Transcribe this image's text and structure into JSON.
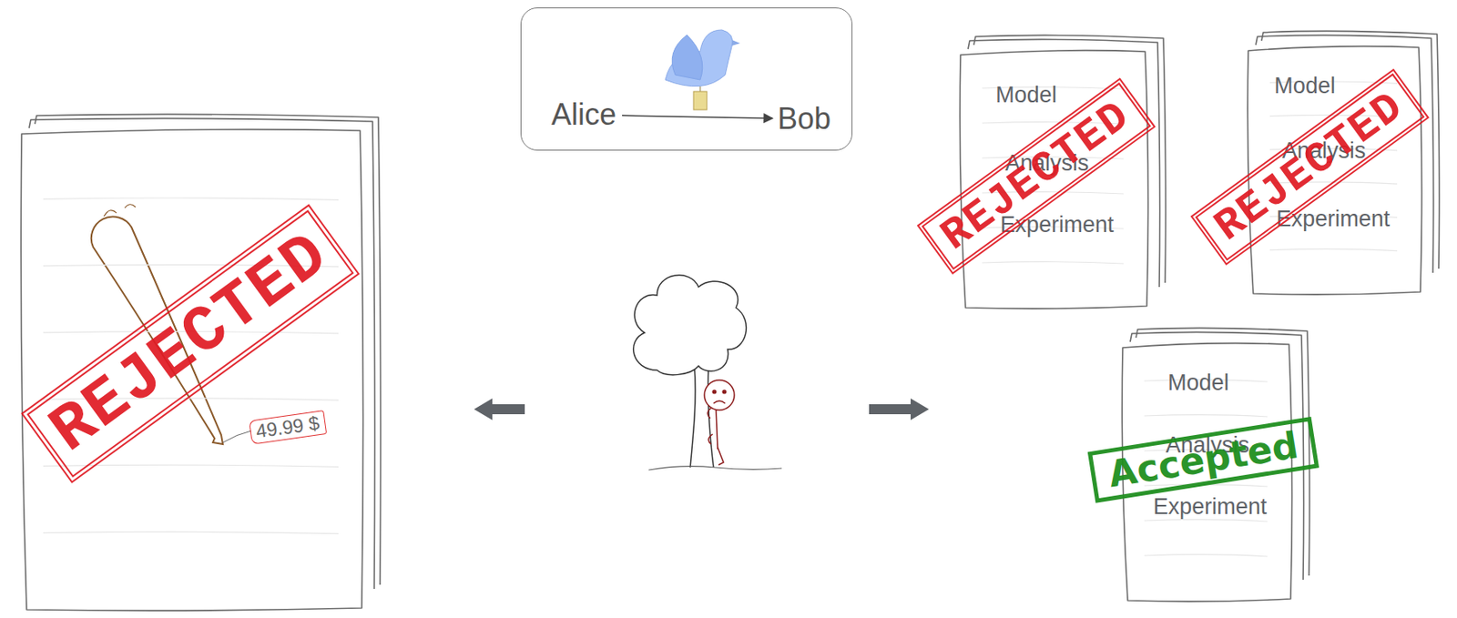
{
  "diagram": {
    "nodes": [
      {
        "text": [
          "49.99 $",
          "REJECTED"
        ]
      },
      {
        "text": []
      },
      {
        "text": [
          "Alice"
        ],
        "in": 1
      },
      {
        "text": [
          "Bob"
        ],
        "in": 1
      },
      {
        "text": [
          "Model",
          "Analysis",
          "Experiment",
          "REJECTED"
        ]
      },
      {
        "text": [
          "Model",
          "Analysis",
          "Experiment",
          "REJECTED"
        ]
      },
      {
        "text": [
          "Model",
          "Analysis",
          "Experiment",
          "Accepted"
        ]
      }
    ],
    "edges": [
      {
        "from": 2,
        "to": 3,
        "arrow": "to"
      }
    ]
  }
}
